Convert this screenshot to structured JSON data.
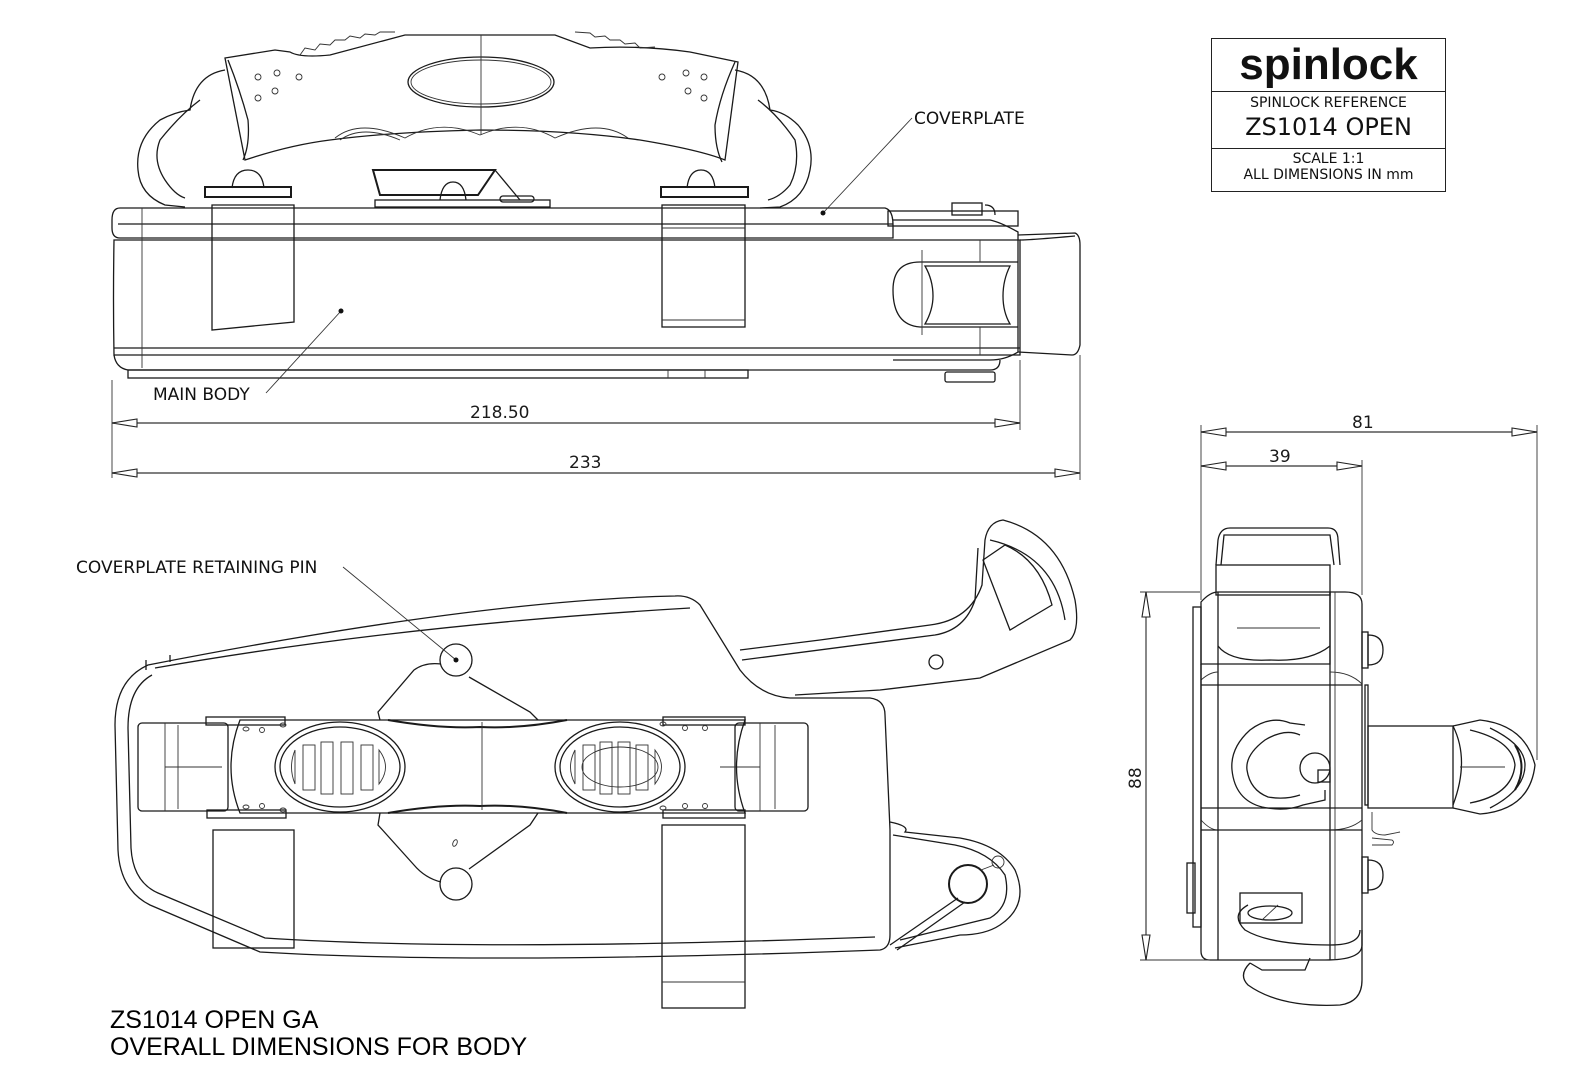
{
  "title_block": {
    "logo_text": "spinlock",
    "reference_label": "SPINLOCK REFERENCE",
    "reference_value": "ZS1014 OPEN",
    "scale": "SCALE 1:1",
    "units_note": "ALL DIMENSIONS IN mm"
  },
  "side_view": {
    "callouts": {
      "coverplate": "COVERPLATE",
      "main_body": "MAIN BODY"
    },
    "dimensions": {
      "body_length": "218.50",
      "overall_length": "233"
    }
  },
  "plan_view": {
    "callouts": {
      "retaining_pin": "COVERPLATE RETAINING PIN"
    }
  },
  "end_view": {
    "dimensions": {
      "overall_width": "81",
      "body_width": "39",
      "height": "88"
    }
  },
  "footer": {
    "line1": "ZS1014 OPEN GA",
    "line2": "OVERALL DIMENSIONS FOR BODY"
  }
}
